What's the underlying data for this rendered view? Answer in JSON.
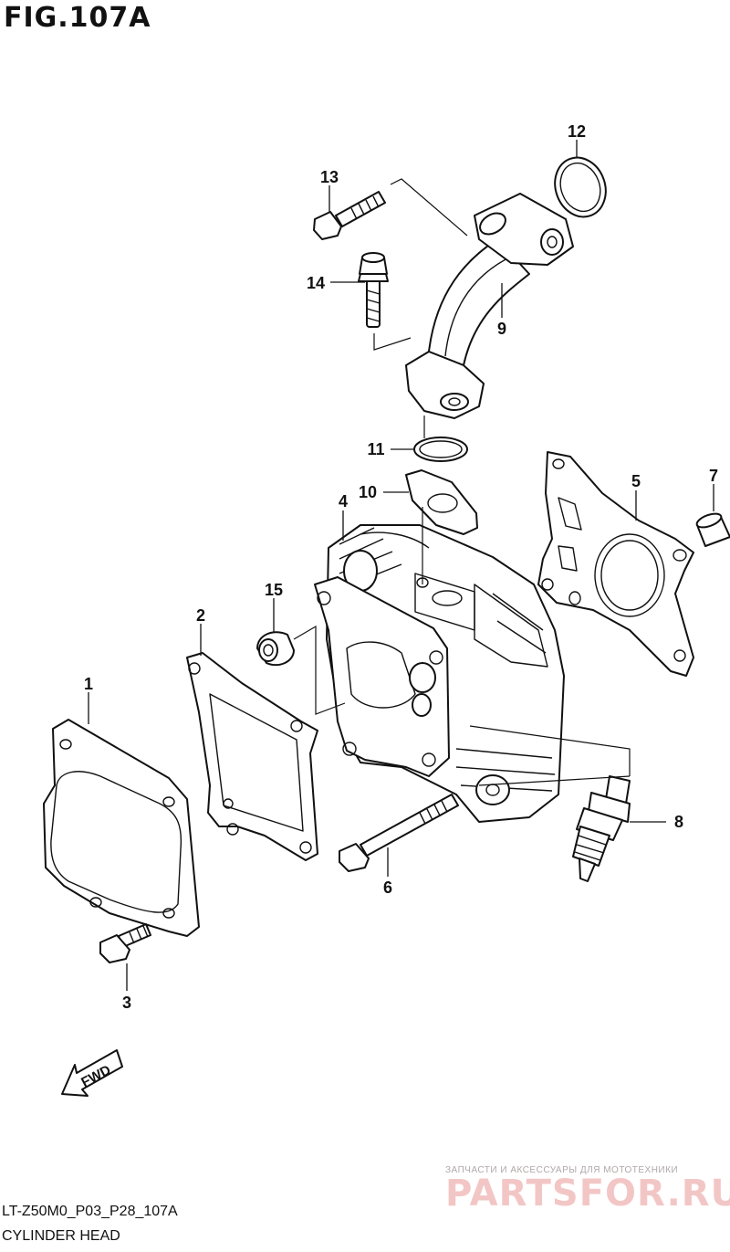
{
  "figure": {
    "title": "FIG.107A"
  },
  "callouts": {
    "p1": "1",
    "p2": "2",
    "p3": "3",
    "p4": "4",
    "p5": "5",
    "p6": "6",
    "p7": "7",
    "p8": "8",
    "p9": "9",
    "p10": "10",
    "p11": "11",
    "p12": "12",
    "p13": "13",
    "p14": "14",
    "p15": "15"
  },
  "fwd_label": "FWD",
  "footer": {
    "code": "LT-Z50M0_P03_P28_107A",
    "name": "CYLINDER HEAD"
  },
  "watermark": {
    "tagline": "ЗАПЧАСТИ И АКСЕССУАРЫ ДЛЯ МОТОТЕХНИКИ",
    "brand": "PARTSFOR.RU"
  }
}
